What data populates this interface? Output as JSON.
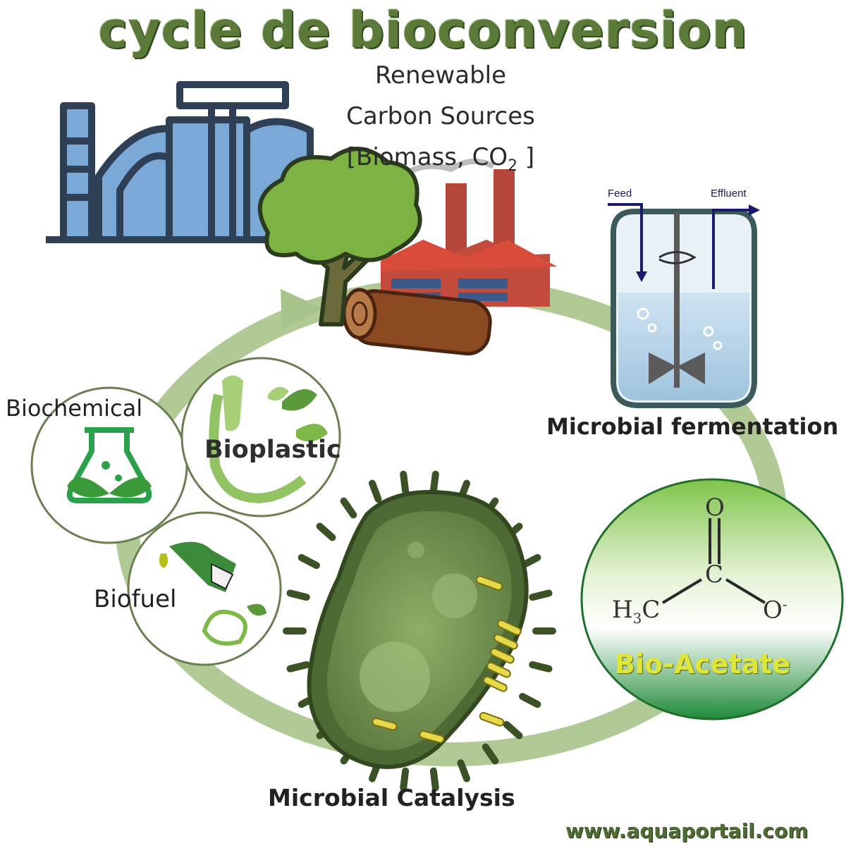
{
  "title": "cycle de bioconversion",
  "source": {
    "line1": "Renewable",
    "line2": "Carbon Sources",
    "line3_prefix": "[Biomass, CO",
    "line3_sub": "2",
    "line3_suffix": " ]"
  },
  "reactor": {
    "feed_label": "Feed",
    "effluent_label": "Effluent"
  },
  "steps": {
    "fermentation": "Microbial fermentation",
    "catalysis": "Microbial Catalysis",
    "acetate": "Bio-Acetate"
  },
  "molecule": {
    "oxygen": "O",
    "carbon": "C",
    "methyl": "H",
    "methyl_sub": "3",
    "methyl_c": "C",
    "anion": "O",
    "charge": "-"
  },
  "products": {
    "biochemical": "Biochemical",
    "bioplastic": "Bioplastic",
    "biofuel": "Biofuel"
  },
  "watermark": "www.aquaportail.com",
  "colors": {
    "title_green": "#5b7a3a",
    "cycle_green": "#a9c48a",
    "plant_blue": "#7aa9d8",
    "plant_outline": "#2f3f55",
    "tree_green": "#7cb342",
    "factory_red": "#b5473a",
    "cell_dark": "#4e6a34",
    "acetate_yellow": "#dfe63a"
  }
}
